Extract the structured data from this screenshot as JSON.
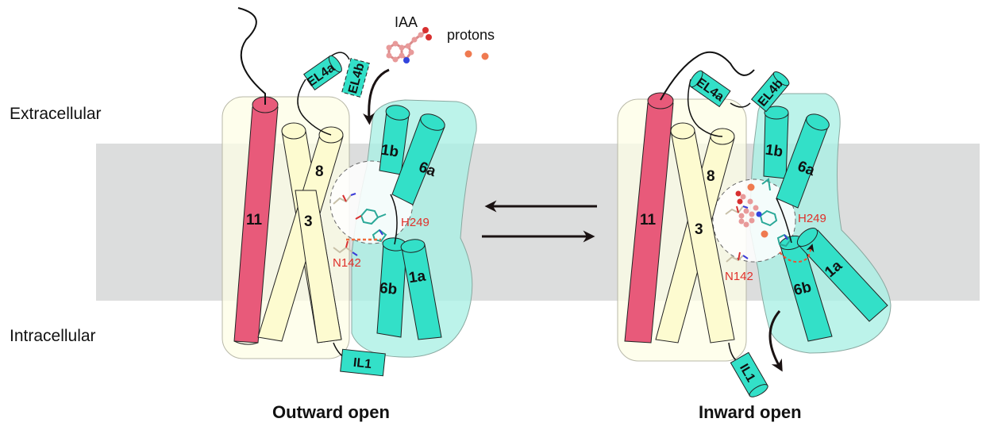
{
  "figure": {
    "compartments": {
      "extracellular": "Extracellular",
      "intracellular": "Intracellular"
    },
    "ligands": {
      "substrate": "IAA",
      "protons": "protons"
    },
    "states": [
      {
        "title": "Outward open",
        "helices": {
          "h11": "11",
          "h3": "3",
          "h8": "8",
          "h1b": "1b",
          "h6a": "6a",
          "h6b": "6b",
          "h1a": "1a"
        },
        "loops": {
          "el4a": "EL4a",
          "el4b": "EL4b",
          "il1": "IL1"
        },
        "residues": {
          "his": "H249",
          "asn": "N142"
        }
      },
      {
        "title": "Inward open",
        "helices": {
          "h11": "11",
          "h3": "3",
          "h8": "8",
          "h1b": "1b",
          "h6a": "6a",
          "h6b": "6b",
          "h1a": "1a"
        },
        "loops": {
          "el4a": "EL4a",
          "el4b": "EL4b",
          "il1": "IL1"
        },
        "residues": {
          "his": "H249",
          "asn": "N142"
        }
      }
    ],
    "colors": {
      "membrane": "#dcdddd",
      "scaffold_domain": "#fdfde6",
      "core_domain": "#a9efe4",
      "helix_tm11": "#e85a7a",
      "helix_scaffold": "#fdfbd0",
      "helix_core": "#33e0c8",
      "residue_label": "#e0302a",
      "substrate": "#e89a9a",
      "proton": "#ef7a50"
    }
  }
}
